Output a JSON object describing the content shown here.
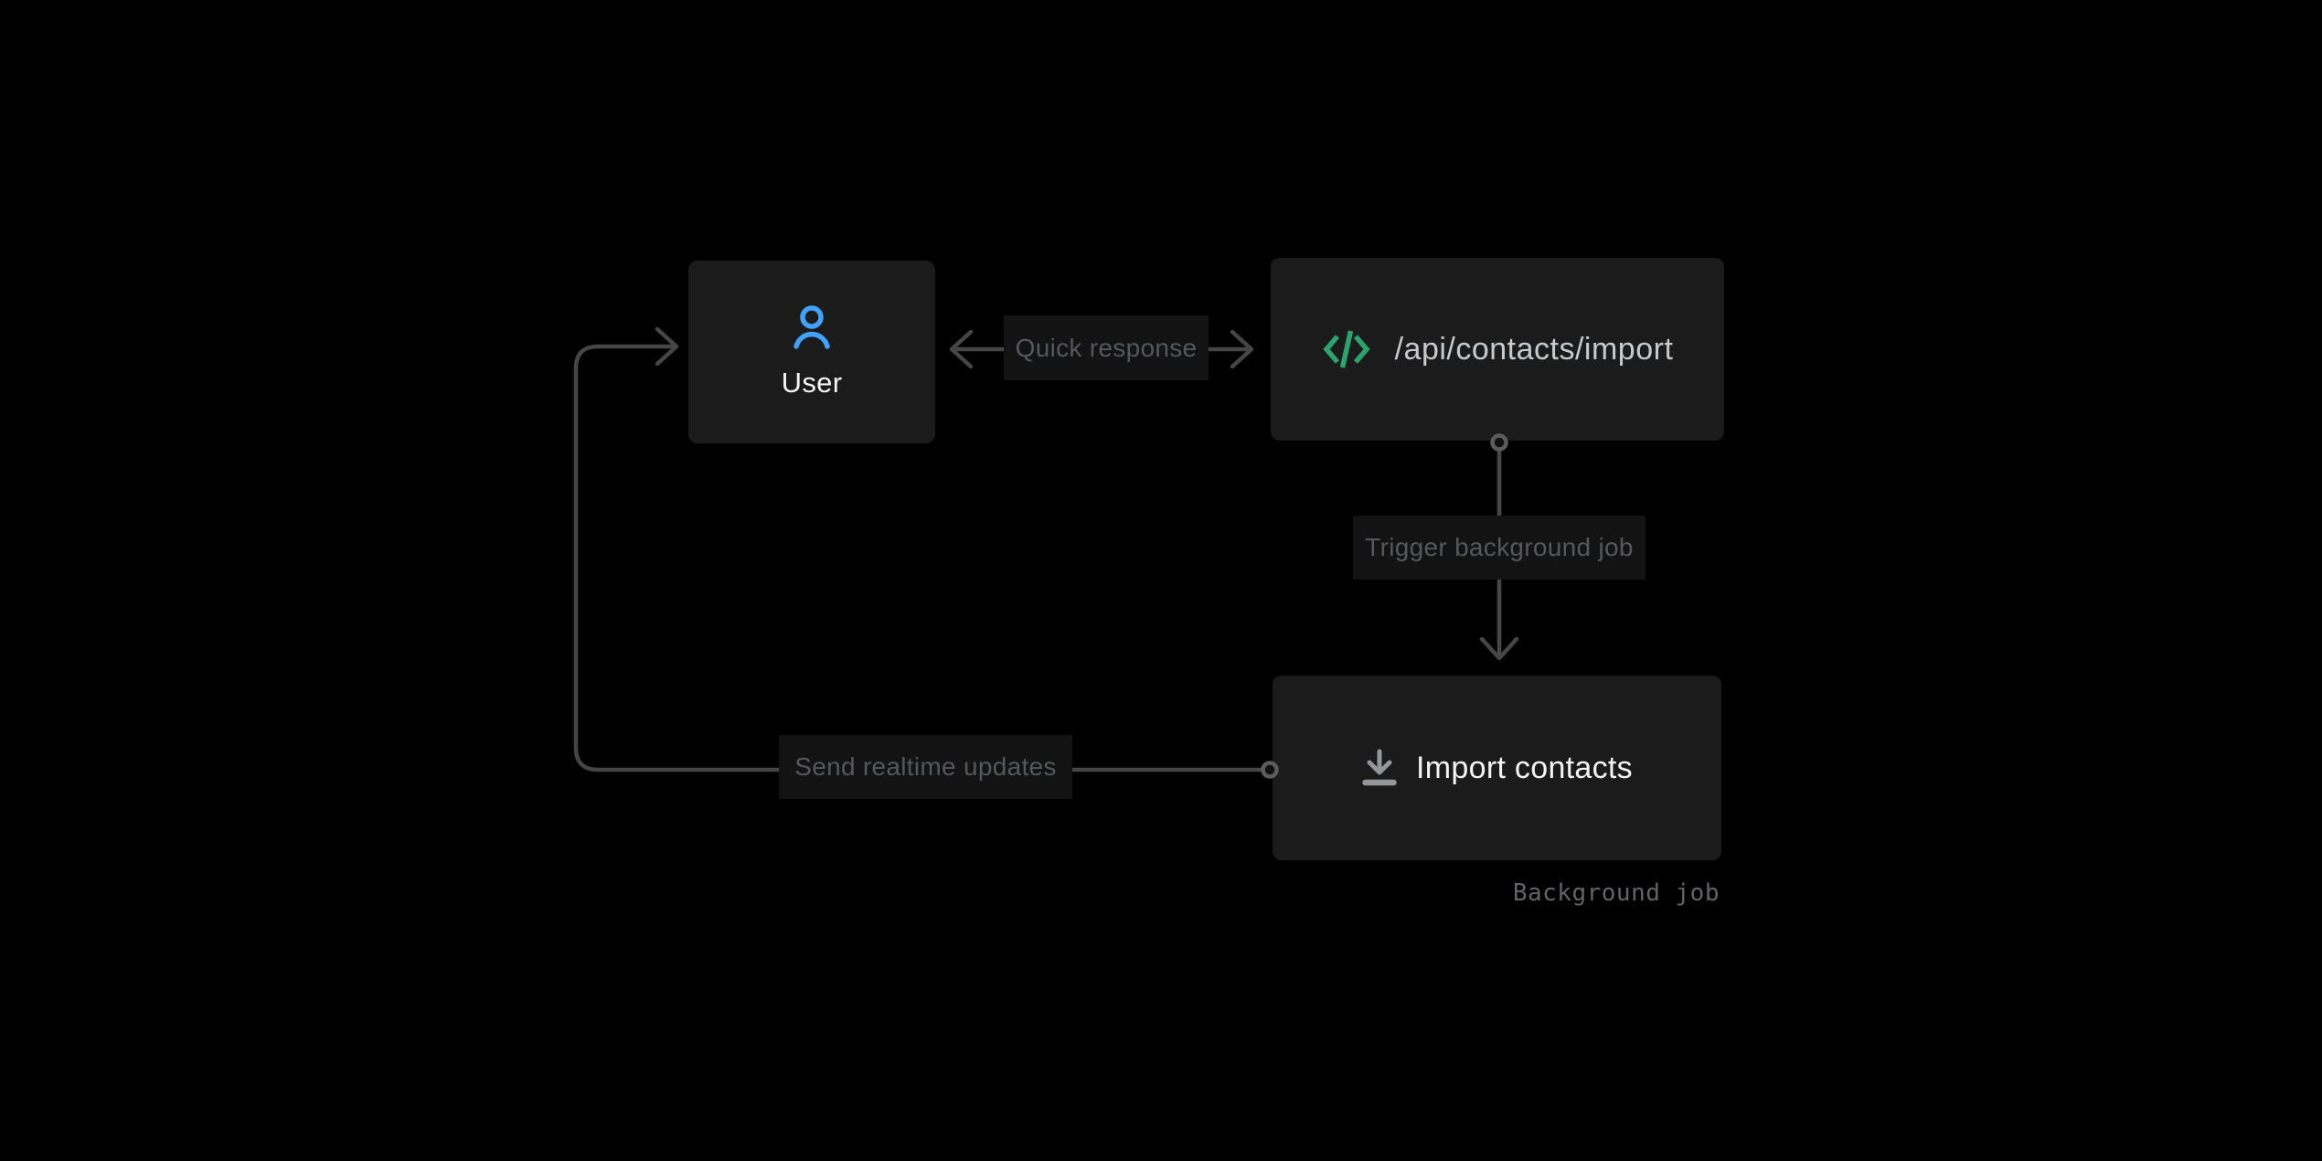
{
  "diagram": {
    "nodes": {
      "user": {
        "label": "User",
        "icon": "user-icon"
      },
      "api": {
        "label": "/api/contacts/import",
        "icon": "code-icon"
      },
      "import_job": {
        "label": "Import contacts",
        "icon": "download-icon",
        "caption": "Background job"
      }
    },
    "edge_labels": {
      "quick_response": "Quick response",
      "trigger_background_job": "Trigger background job",
      "send_realtime_updates": "Send realtime updates"
    },
    "colors": {
      "background": "#000000",
      "node_background": "#1b1b1b",
      "edge_label_background": "#131313",
      "connector_line": "#464646",
      "connector_dot_stroke": "#5c5c5c",
      "edge_label_text": "#54575c",
      "node_text": "#f2f3f5",
      "api_path_text": "#c7cacd",
      "caption_text": "#626468",
      "user_icon": "#3fa2ff",
      "code_icon": "#29a46a",
      "download_icon": "#94969a"
    }
  }
}
